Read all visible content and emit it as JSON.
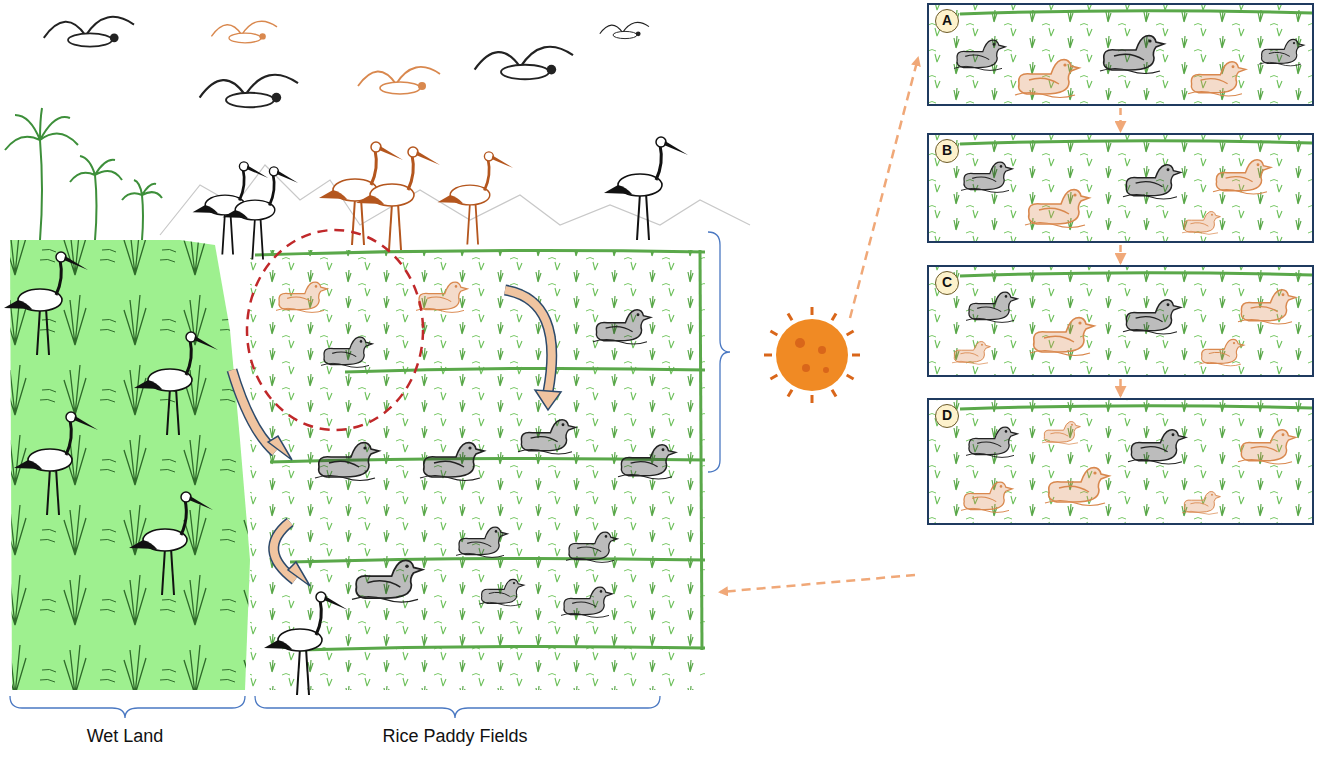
{
  "diagram": {
    "nodes": [
      {
        "text": [
          "A"
        ]
      },
      {
        "text": [
          "B"
        ]
      },
      {
        "text": [
          "C"
        ]
      },
      {
        "text": [
          "D"
        ]
      }
    ],
    "edges": [
      {
        "from": 0,
        "to": 1,
        "arrow": "to"
      },
      {
        "from": 1,
        "to": 2,
        "arrow": "to"
      },
      {
        "from": 2,
        "to": 3,
        "arrow": "to"
      }
    ],
    "labels": [
      "Wet Land",
      "Rice Paddy Fields"
    ]
  }
}
